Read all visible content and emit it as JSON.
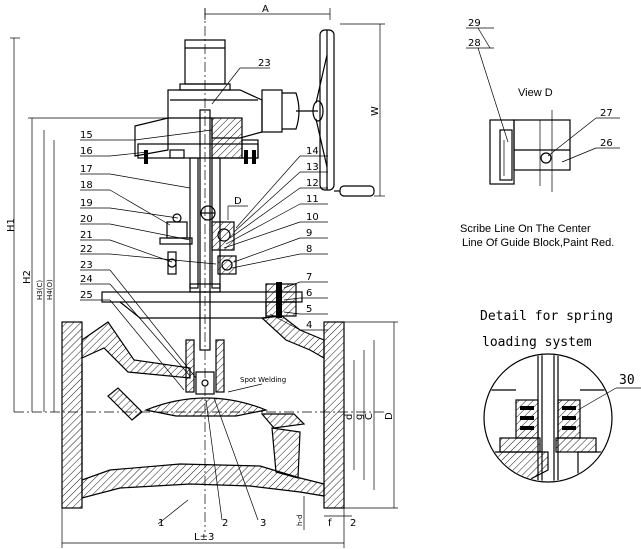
{
  "dimensions": {
    "top": "A",
    "left_outer": "H1",
    "left_2": "H2",
    "left_3": "H3(C)",
    "left_4": "H4(O)",
    "right_w": "W",
    "right_d": "d",
    "right_g": "g",
    "right_c": "C",
    "right_D": "D",
    "bottom_l": "L±3",
    "bottom_hd": "h-d",
    "bottom_f": "f",
    "view_d_arrow": "D"
  },
  "part_numbers_left": [
    "15",
    "16",
    "17",
    "18",
    "19",
    "20",
    "21",
    "22",
    "23",
    "24",
    "25"
  ],
  "part_numbers_right": [
    "14",
    "13",
    "12",
    "11",
    "10",
    "9",
    "8",
    "7",
    "6",
    "5",
    "4"
  ],
  "part_number_top": "23",
  "part_numbers_bottom": [
    "1",
    "2",
    "3",
    "2"
  ],
  "spot_welding": "Spot Welding",
  "view_d": {
    "title": "View D",
    "labels": [
      "29",
      "28",
      "27",
      "26"
    ],
    "caption_line1": "Scribe Line On The Center",
    "caption_line2": "Line Of Guide Block,Paint Red."
  },
  "detail": {
    "title_line1": "Detail for spring",
    "title_line2": "loading system",
    "label": "30"
  }
}
